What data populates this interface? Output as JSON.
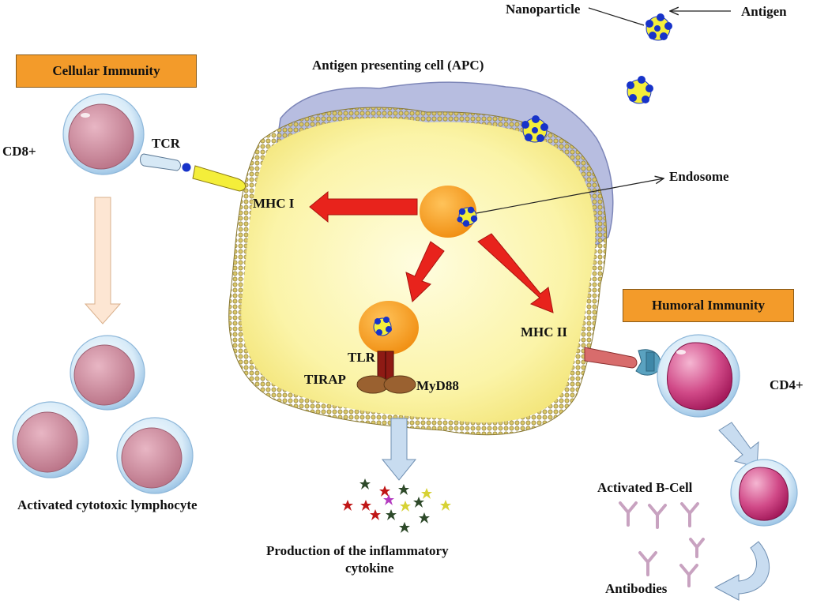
{
  "labels": {
    "nanoparticle": "Nanoparticle",
    "antigen": "Antigen",
    "apc": "Antigen presenting cell (APC)",
    "cellular_immunity": "Cellular Immunity",
    "humoral_immunity": "Humoral  Immunity",
    "cd8": "CD8+",
    "tcr": "TCR",
    "mhc1": "MHC I",
    "mhc2": "MHC II",
    "endosome": "Endosome",
    "tlr": "TLR",
    "tirap": "TIRAP",
    "myd88": "MyD88",
    "cd4": "CD4+",
    "activated_ctl": "Activated  cytotoxic lymphocyte",
    "activated_bcell": "Activated  B-Cell",
    "antibodies": "Antibodies",
    "cytokine_line1": "Production of the  inflammatory",
    "cytokine_line2": "cytokine"
  },
  "colors": {
    "orange_box": "#f39b2a",
    "apc_body": "#fdf7b0",
    "apc_membrane": "#b9a24a",
    "apc_top": "#b9bfe0",
    "endosome": "#f7a21c",
    "arrow_red": "#e8231c",
    "lymphocyte_nucleus": "#c9889a",
    "cd4_nucleus": "#c82b72",
    "antigen_blue": "#1733c9",
    "nanoparticle_yellow": "#f4ee3a",
    "antibody": "#c8a2c0",
    "blue_arrow": "#c8dcf0",
    "peach_arrow": "#fde6d3"
  }
}
